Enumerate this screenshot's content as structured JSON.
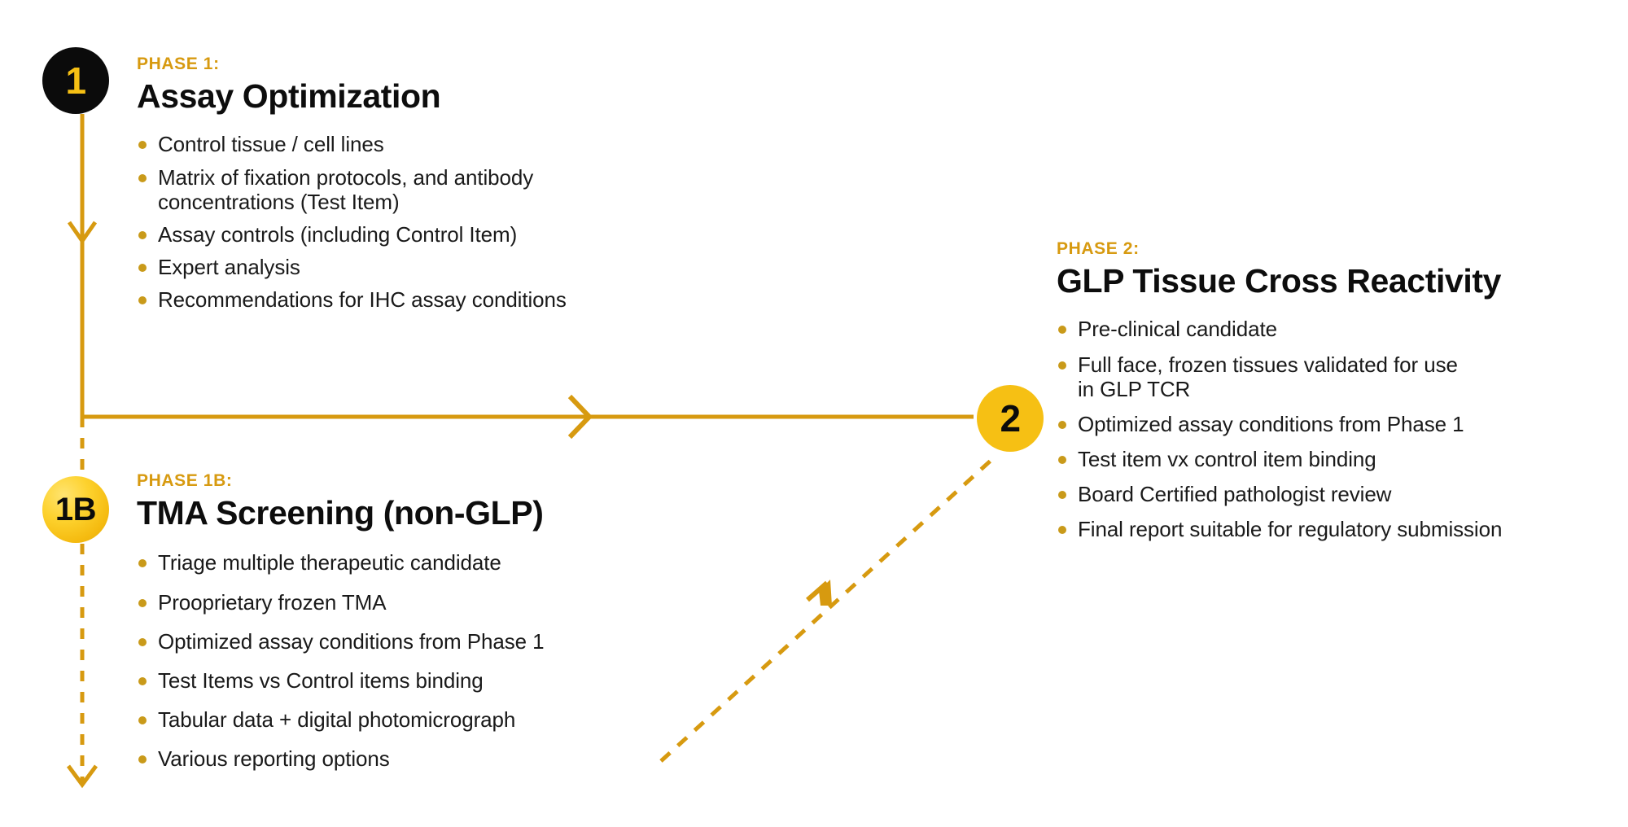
{
  "diagram": {
    "type": "process-flow",
    "accent_gold": "#f6c014",
    "accent_dark_gold": "#d79a10",
    "bullet_gold": "#c99a1a",
    "badge_dark": "#0b0b0b",
    "text_dark": "#1a1a1a",
    "background": "#ffffff"
  },
  "phases": [
    {
      "badge": "1",
      "eyebrow": "PHASE 1:",
      "title": "Assay Optimization",
      "bullets": [
        "Control tissue / cell lines",
        "Matrix of fixation protocols, and antibody concentrations (Test Item)",
        "Assay controls (including Control Item)",
        "Expert analysis",
        "Recommendations for IHC assay conditions"
      ]
    },
    {
      "badge": "1B",
      "eyebrow": "PHASE 1B:",
      "title": "TMA Screening (non-GLP)",
      "bullets": [
        "Triage multiple therapeutic candidate",
        "Prooprietary frozen TMA",
        "Optimized assay conditions from Phase 1",
        "Test Items vs Control items binding",
        "Tabular data + digital photomicrograph",
        "Various reporting options"
      ]
    },
    {
      "badge": "2",
      "eyebrow": "PHASE 2:",
      "title": "GLP Tissue Cross Reactivity",
      "bullets": [
        "Pre-clinical candidate",
        "Full face, frozen tissues validated for use in GLP TCR",
        "Optimized assay conditions from Phase 1",
        "Test item vx control item binding",
        "Board Certified pathologist review",
        "Final report suitable for regulatory submission"
      ]
    }
  ],
  "connectors": [
    {
      "name": "phase1-down-solid",
      "style": "solid"
    },
    {
      "name": "phase1-to-phase2-horizontal-solid",
      "style": "solid"
    },
    {
      "name": "phase1b-down-dashed",
      "style": "dashed"
    },
    {
      "name": "phase1b-to-phase2-diagonal-dashed",
      "style": "dashed"
    }
  ]
}
